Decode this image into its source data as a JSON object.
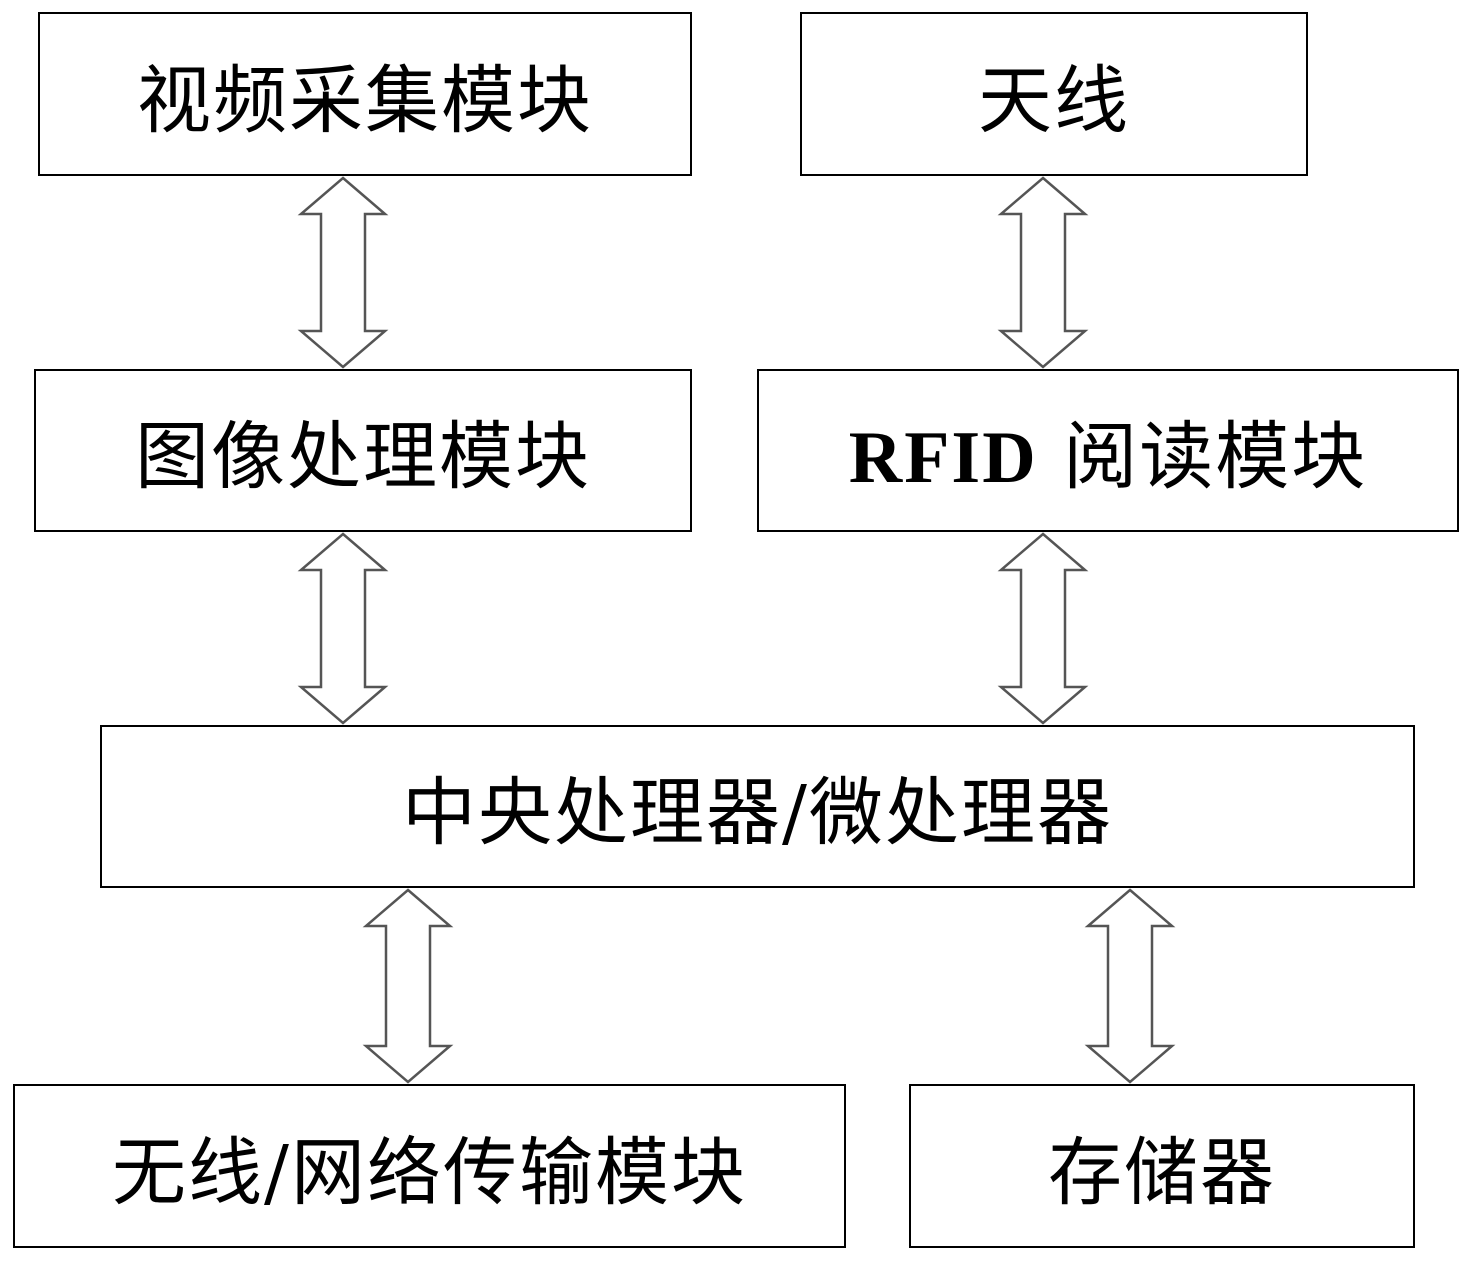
{
  "diagram": {
    "nodes": {
      "video_capture": "视频采集模块",
      "antenna": "天线",
      "image_processing": "图像处理模块",
      "rfid_prefix": "RFID",
      "rfid_suffix": "阅读模块",
      "cpu": "中央处理器/微处理器",
      "wireless": "无线/网络传输模块",
      "storage": "存储器"
    },
    "connections": [
      {
        "from": "视频采集模块",
        "to": "图像处理模块",
        "type": "bidirectional"
      },
      {
        "from": "天线",
        "to": "RFID 阅读模块",
        "type": "bidirectional"
      },
      {
        "from": "图像处理模块",
        "to": "中央处理器/微处理器",
        "type": "bidirectional"
      },
      {
        "from": "RFID 阅读模块",
        "to": "中央处理器/微处理器",
        "type": "bidirectional"
      },
      {
        "from": "中央处理器/微处理器",
        "to": "无线/网络传输模块",
        "type": "bidirectional"
      },
      {
        "from": "中央处理器/微处理器",
        "to": "存储器",
        "type": "bidirectional"
      }
    ],
    "colors": {
      "border": "#000000",
      "arrow_outline": "#555555",
      "background": "#ffffff"
    }
  }
}
